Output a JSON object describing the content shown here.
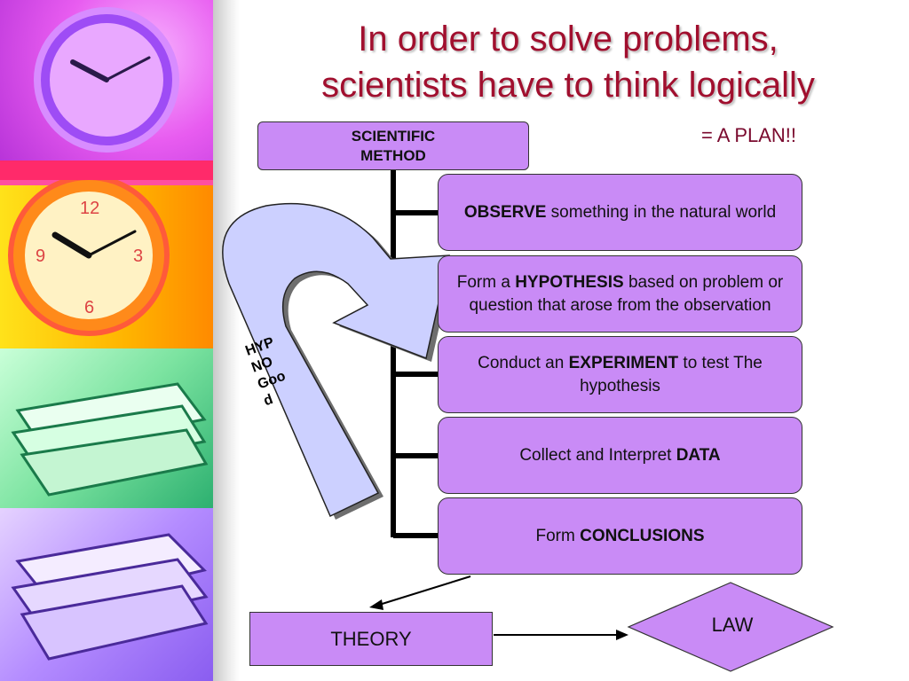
{
  "title": {
    "line1": "In order to solve problems,",
    "line2": "scientists have to think logically"
  },
  "plan_note": "= A PLAN!!",
  "method_box": {
    "line1": "SCIENTIFIC",
    "line2": "METHOD"
  },
  "steps": [
    {
      "bold": "OBSERVE",
      "text_after": " something in the natural world"
    },
    {
      "text_before": "Form a ",
      "bold": "HYPOTHESIS",
      "text_after": " based on problem or question that arose from the observation"
    },
    {
      "text_before": "Conduct an ",
      "bold": "EXPERIMENT",
      "text_after": " to test The hypothesis"
    },
    {
      "text_before": "Collect and Interpret ",
      "bold": "DATA"
    },
    {
      "text_before": "Form ",
      "bold": "CONCLUSIONS"
    }
  ],
  "theory_label": "THEORY",
  "law_label": "LAW",
  "hypno_lines": [
    "HYP",
    "NO",
    "Goo",
    "d"
  ],
  "colors": {
    "title": "#a10f2e",
    "box_fill": "#c98bf6",
    "arrow_fill": "#ccd0ff",
    "arrow_shadow": "#7a7a7a"
  },
  "decor_icons": [
    "clock-icon",
    "clock-icon",
    "books-icon",
    "books-icon"
  ]
}
